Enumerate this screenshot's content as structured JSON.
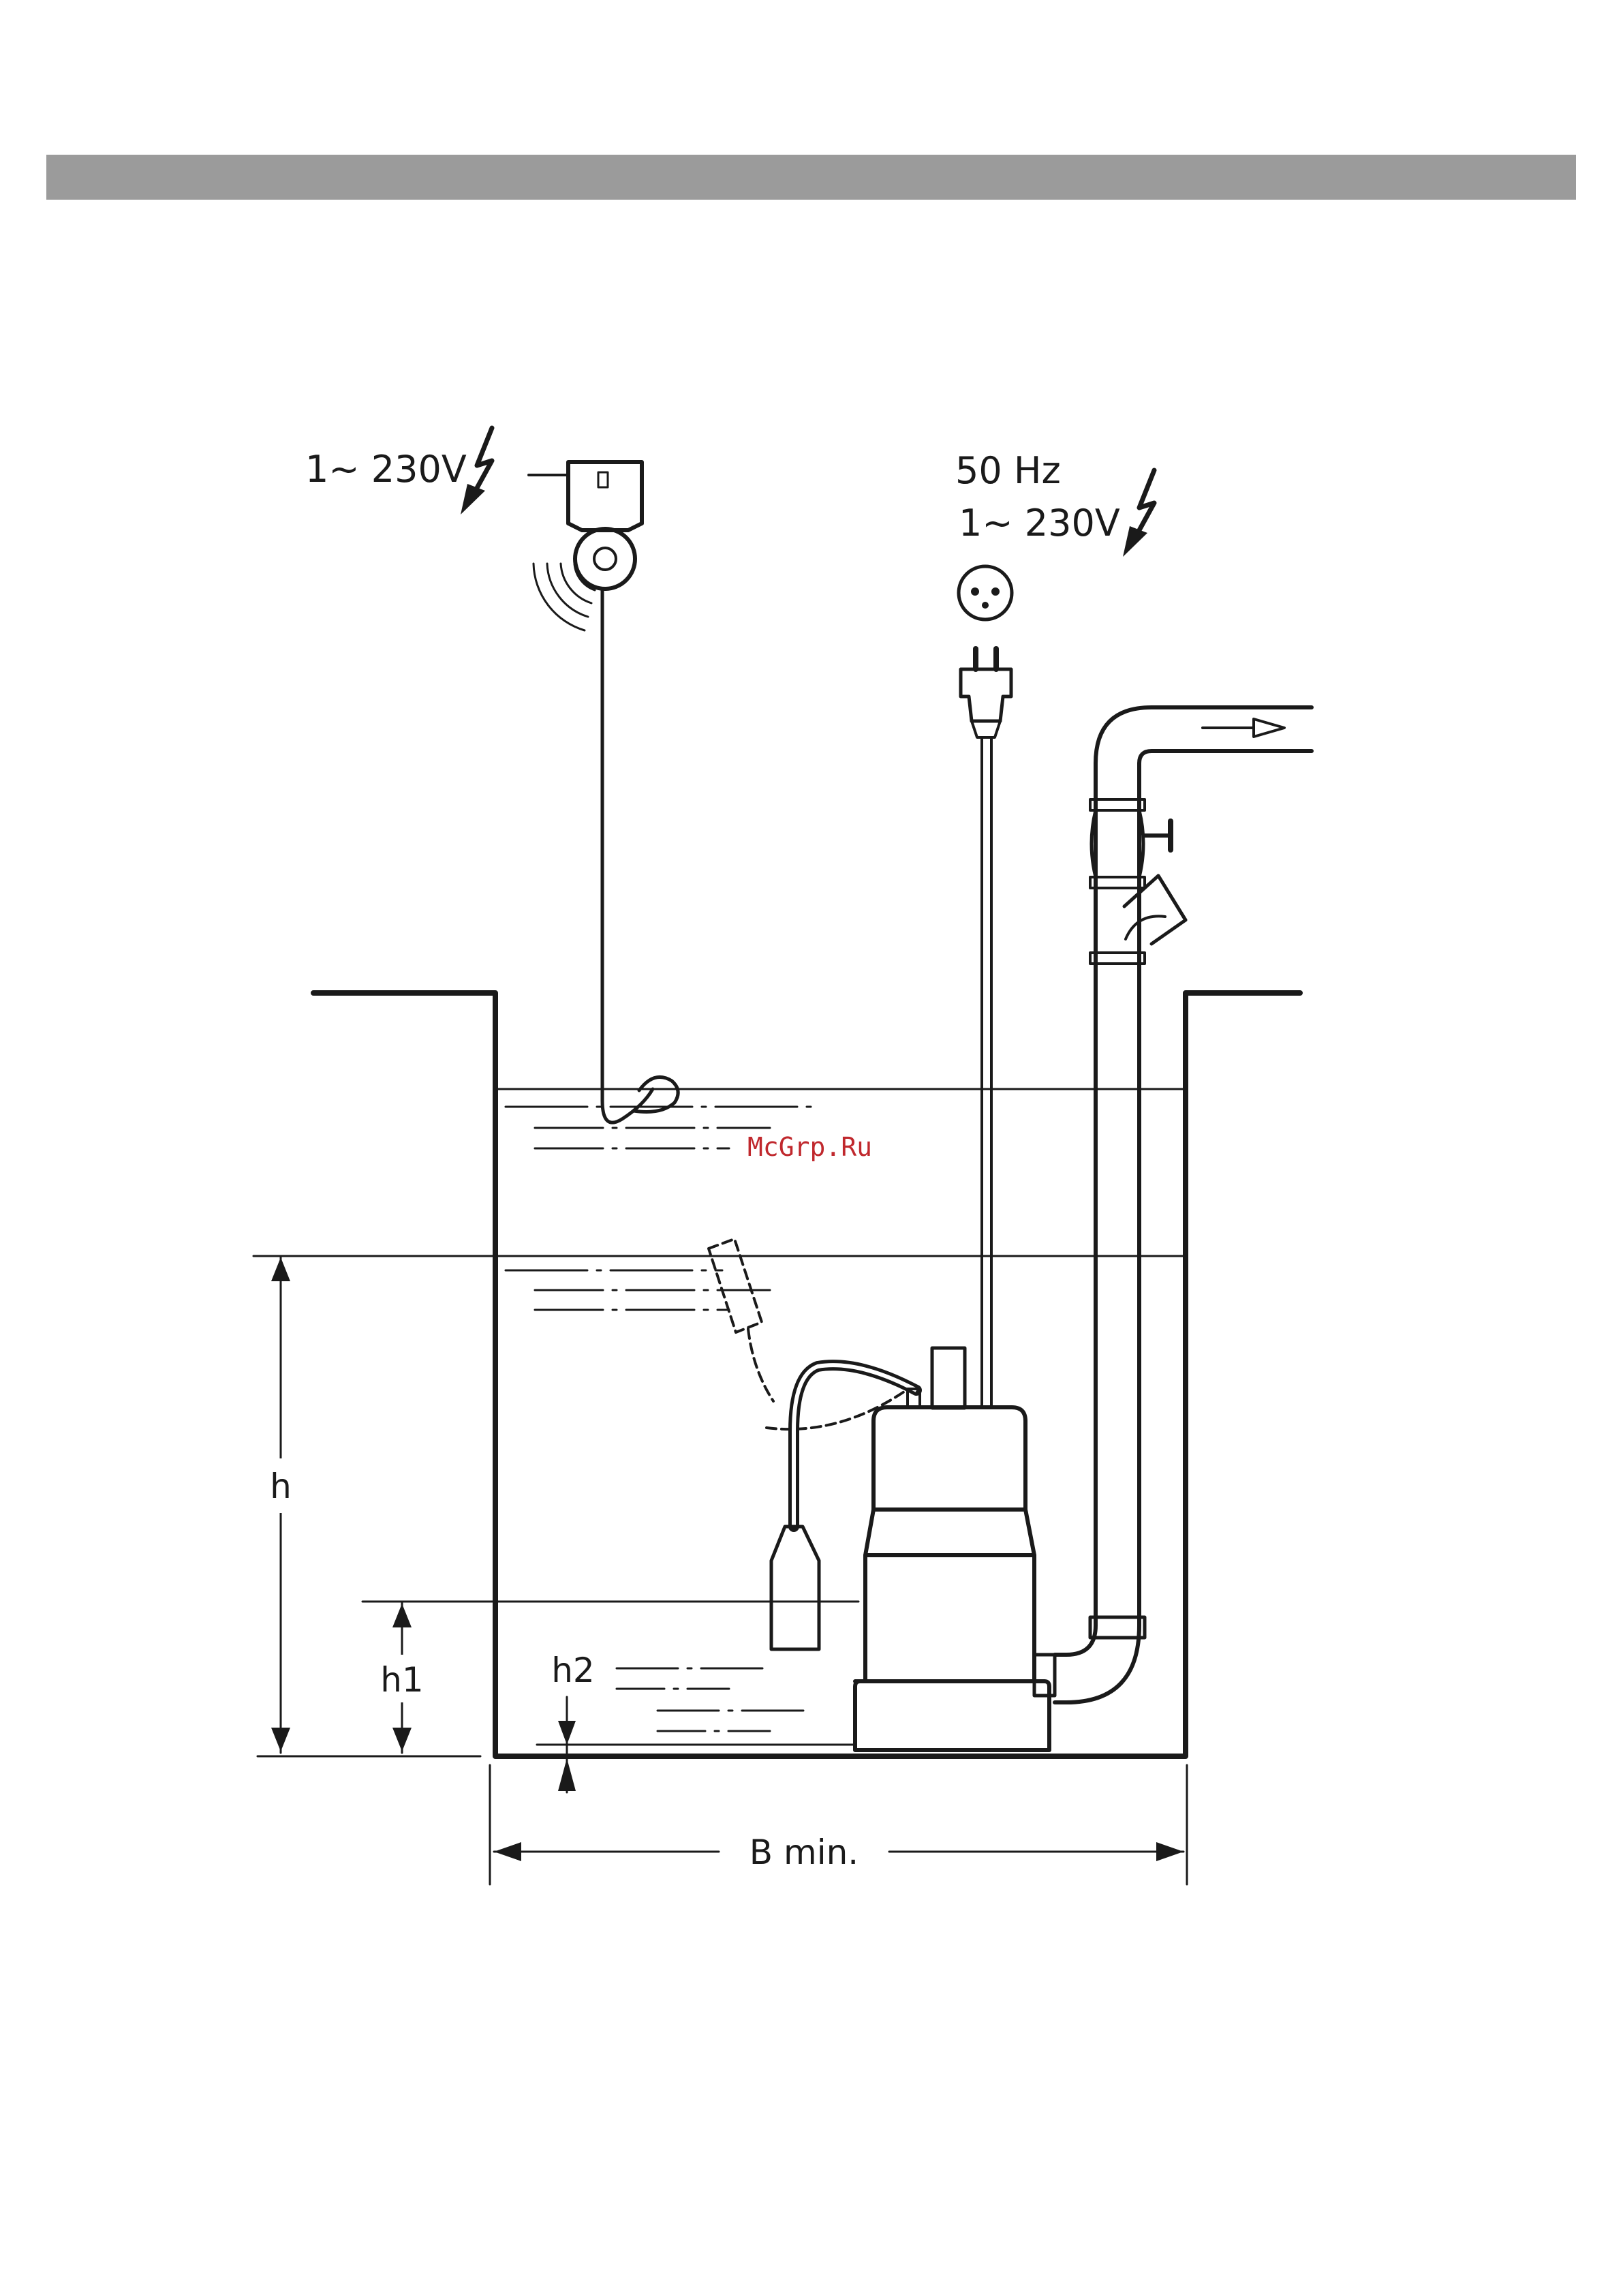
{
  "header": {
    "bar_color": "#9b9b9b"
  },
  "power_left": {
    "voltage": "1~ 230V",
    "icon": "lightning-bolt-icon"
  },
  "power_right": {
    "frequency": "50 Hz",
    "voltage": "1~ 230V",
    "icon": "lightning-bolt-icon",
    "socket_icon": "socket-icon",
    "plug_icon": "plug-icon"
  },
  "dimensions": {
    "h": "h",
    "h1": "h1",
    "h2": "h2",
    "width": "B min."
  },
  "watermark": "McGrp.Ru"
}
